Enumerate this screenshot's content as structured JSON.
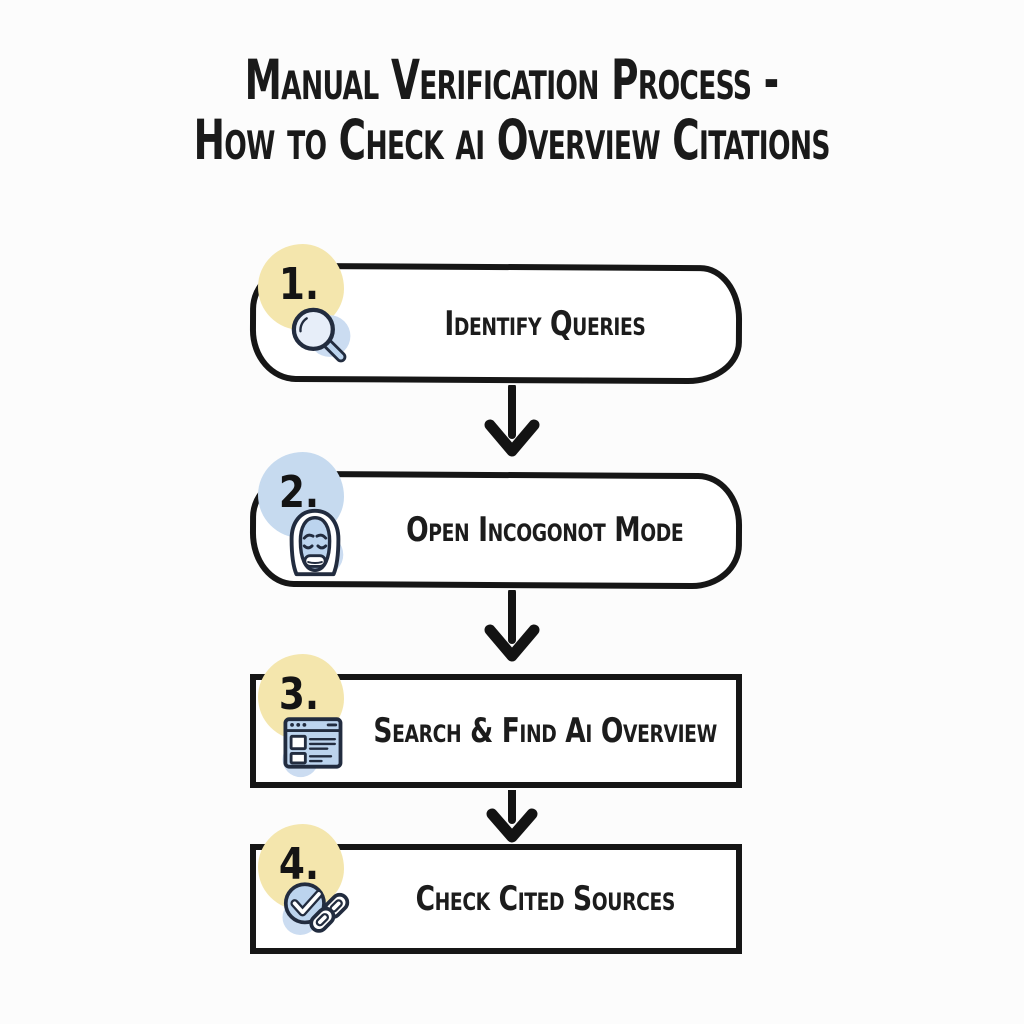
{
  "title": {
    "line1": "Manual Verification Process -",
    "line2": "How to Check ai Overview Citations"
  },
  "steps": [
    {
      "number": "1.",
      "label": "Identify Queries",
      "icon": "magnifier-icon",
      "badge_color": "#f4e6ad"
    },
    {
      "number": "2.",
      "label": "Open Incogonot Mode",
      "icon": "incognito-face-icon",
      "badge_color": "#c6daef"
    },
    {
      "number": "3.",
      "label": "Search & Find Ai Overview",
      "icon": "browser-window-icon",
      "badge_color": "#f4e6ad"
    },
    {
      "number": "4.",
      "label": "Check Cited Sources",
      "icon": "check-link-icon",
      "badge_color": "#f4e6ad"
    }
  ],
  "colors": {
    "background": "#fcfcfc",
    "box_fill": "#ffffff",
    "box_border": "#161616",
    "title_text": "#1a1a1a",
    "label_text": "#1c1c1c",
    "number_text": "#141414",
    "arrow": "#131313",
    "badge_yellow": "#f4e6ad",
    "badge_blue": "#c6daef",
    "icon_fill": "#bcd4ee",
    "icon_blob": "#cbdcf1",
    "icon_stroke": "#222c3f"
  }
}
